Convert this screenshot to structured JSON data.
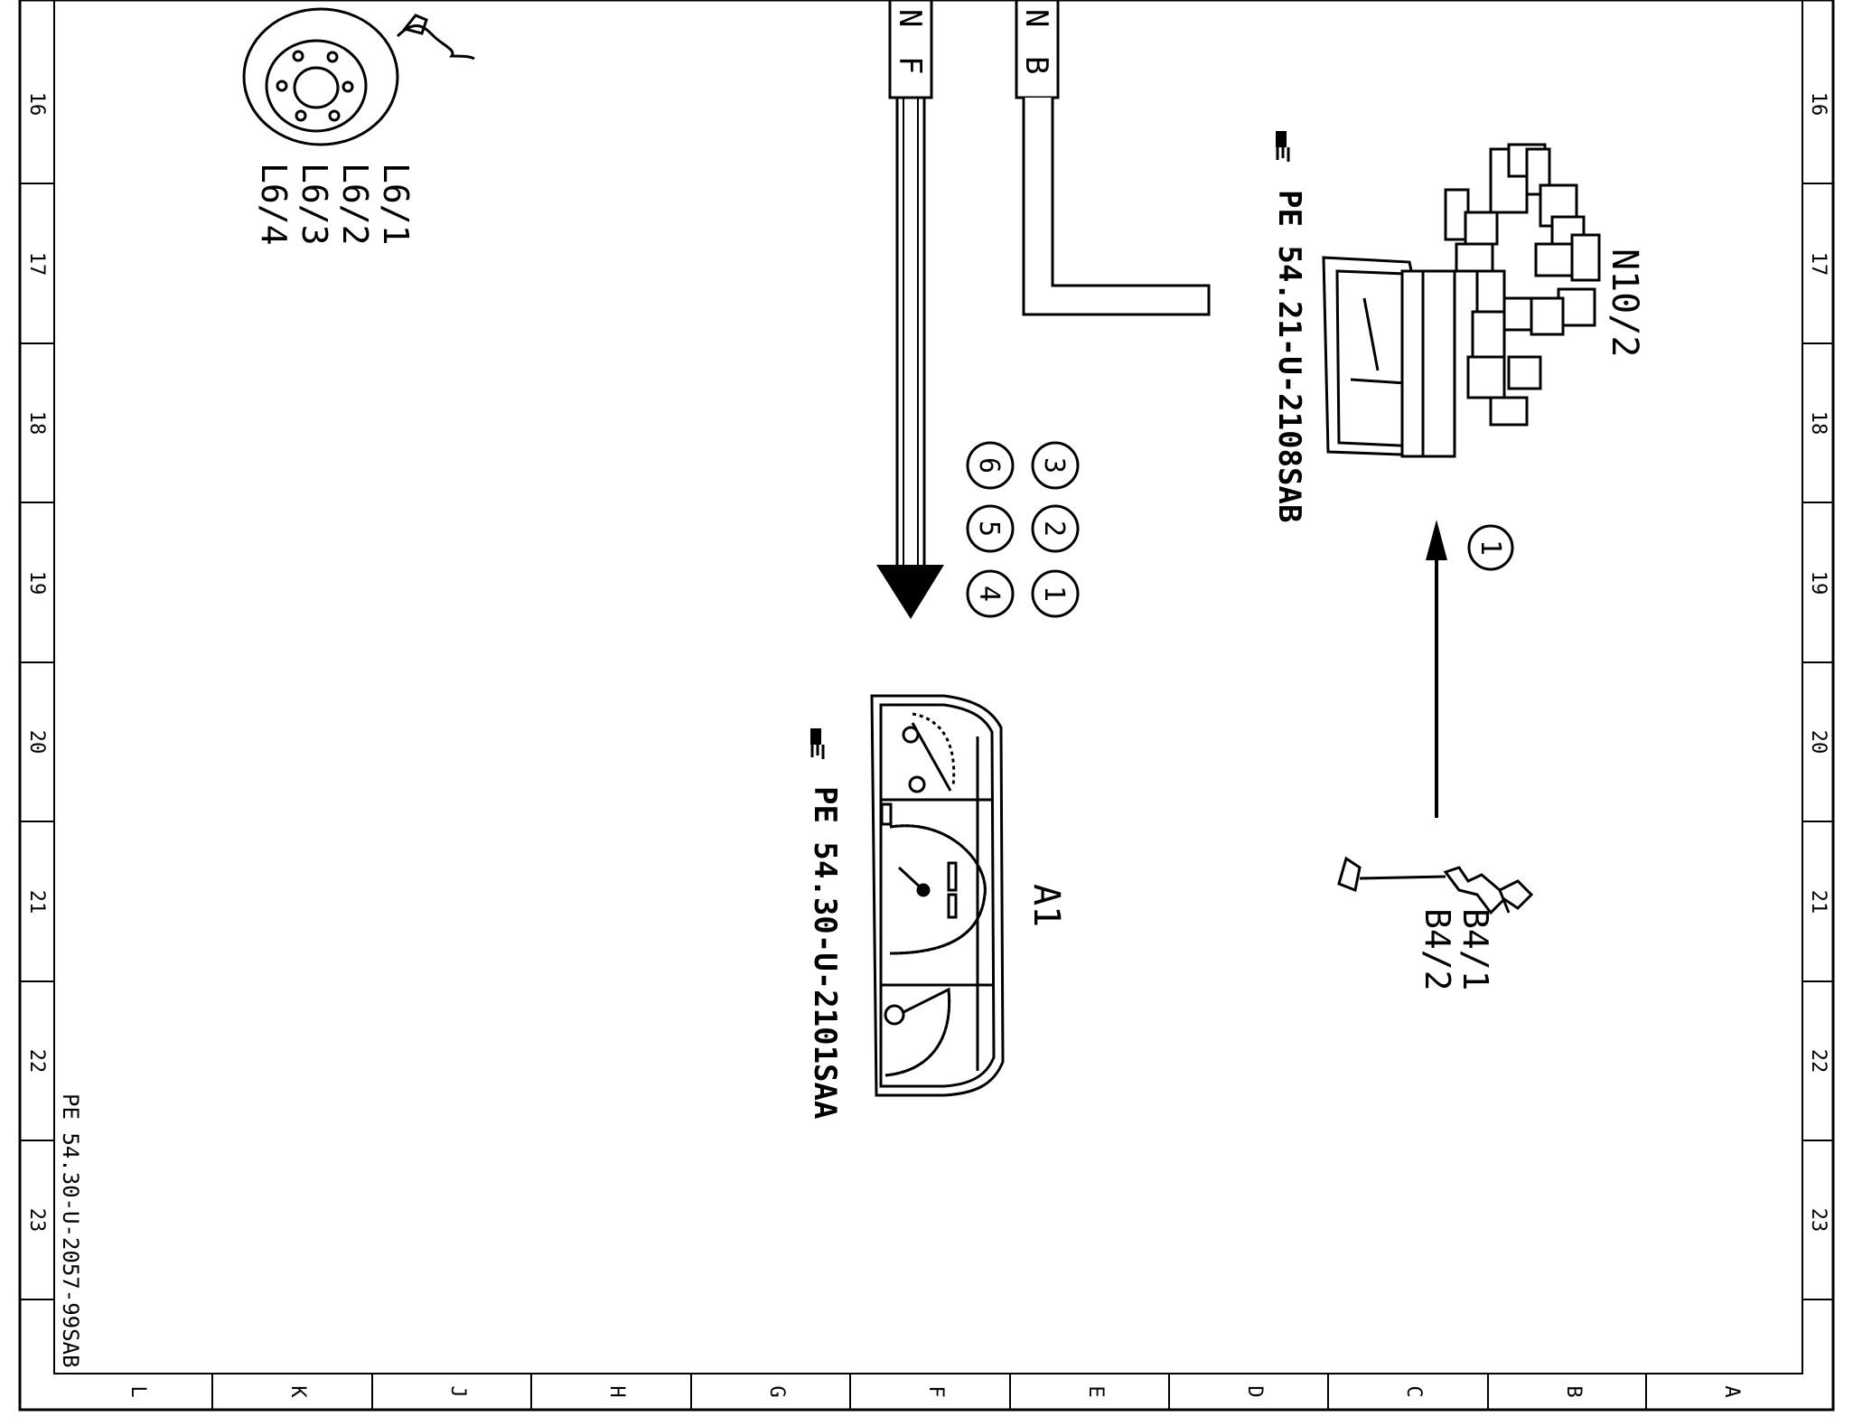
{
  "frame": {
    "row_labels": [
      "16",
      "17",
      "18",
      "19",
      "20",
      "21",
      "22",
      "23"
    ],
    "column_labels": [
      "L",
      "K",
      "J",
      "H",
      "G",
      "F",
      "E",
      "D",
      "C",
      "B",
      "A"
    ]
  },
  "drawing_number": "PE 54.30-U-2057-99SAB",
  "components": {
    "l6": {
      "labels": [
        "L6/1",
        "L6/2",
        "L6/3",
        "L6/4"
      ]
    },
    "a1": {
      "label": "A1",
      "reference": "PE 54.30-U-2101SAA"
    },
    "n10_2": {
      "label": "N10/2",
      "reference": "PE 54.21-U-2108SAB"
    },
    "b4": {
      "labels": [
        "B4/1",
        "B4/2"
      ]
    }
  },
  "connectors": [
    {
      "code_top": "N",
      "code_bottom": "F"
    },
    {
      "code_top": "N",
      "code_bottom": "B"
    }
  ],
  "step_markers": {
    "arrow_step": "1",
    "grid_left_column": [
      "6",
      "5",
      "4"
    ],
    "grid_right_column": [
      "3",
      "2",
      "1"
    ]
  },
  "icons": [
    "pointing-hand-icon",
    "wheel-speed-sensor-icon",
    "instrument-cluster-icon",
    "control-module-icon",
    "fuel-level-sensor-icon"
  ]
}
